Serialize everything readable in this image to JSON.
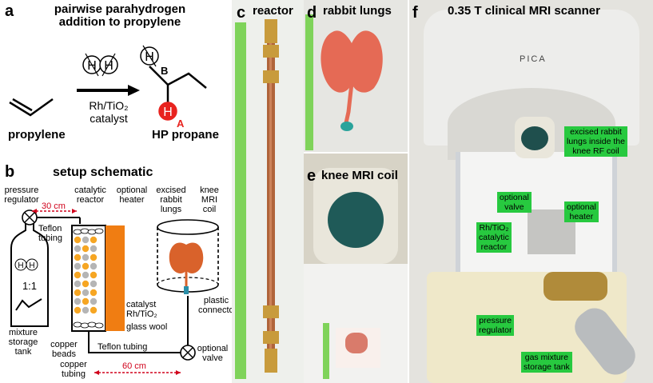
{
  "panels": {
    "a": {
      "letter": "a",
      "title_line1": "pairwise parahydrogen",
      "title_line2": "addition to propylene",
      "reactant": "propylene",
      "catalyst_line1": "Rh/TiO₂",
      "catalyst_line2": "catalyst",
      "product": "HP propane",
      "atom_h": "H",
      "label_b": "B",
      "label_a": "A"
    },
    "b": {
      "letter": "b",
      "title": "setup schematic",
      "pressure_regulator": [
        "pressure",
        "regulator"
      ],
      "catalytic_reactor": [
        "catalytic",
        "reactor"
      ],
      "optional_heater": [
        "optional",
        "heater"
      ],
      "excised_rabbit_lungs": [
        "excised",
        "rabbit",
        "lungs"
      ],
      "knee_mri_coil": [
        "knee",
        "MRI",
        "coil"
      ],
      "dist_30": "30 cm",
      "teflon_tubing_top": [
        "Teflon",
        "tubing"
      ],
      "ratio": "1:1",
      "mixture_tank": [
        "mixture",
        "storage",
        "tank"
      ],
      "catalyst_label": [
        "catalyst",
        "Rh/TiO₂"
      ],
      "glass_wool": "glass wool",
      "plastic_connector": [
        "plastic",
        "connector"
      ],
      "copper_beads": [
        "copper",
        "beads"
      ],
      "copper_tubing": [
        "copper",
        "tubing"
      ],
      "teflon_tubing_bottom": "Teflon tubing",
      "optional_valve": [
        "optional",
        "valve"
      ],
      "dist_60": "60 cm"
    },
    "c": {
      "letter": "c",
      "title": "reactor"
    },
    "d": {
      "letter": "d",
      "title": "rabbit lungs"
    },
    "e": {
      "letter": "e",
      "title": "knee MRI coil"
    },
    "f": {
      "letter": "f",
      "title": "0.35 T clinical MRI scanner",
      "brand": "PICA",
      "labels": {
        "lungs_in_coil": [
          "excised rabbit",
          "lungs inside the",
          "knee RF coil"
        ],
        "optional_valve": [
          "optional",
          "valve"
        ],
        "optional_heater": [
          "optional",
          "heater"
        ],
        "catalytic_reactor": [
          "Rh/TiO₂",
          "catalytic",
          "reactor"
        ],
        "pressure_regulator": [
          "pressure",
          "regulator"
        ],
        "gas_tank": [
          "gas mixture",
          "storage tank"
        ]
      }
    }
  },
  "colors": {
    "orange": "#f07d12",
    "bead_gray": "#b5b5b5",
    "bead_orange": "#f6a623",
    "green_label": "#27c93f",
    "red_dashed": "#d0021b",
    "ruler_green": "#7fd35a",
    "copper": "#b0643a",
    "brass": "#c89b3c",
    "lung_pink": "#e56a55"
  }
}
